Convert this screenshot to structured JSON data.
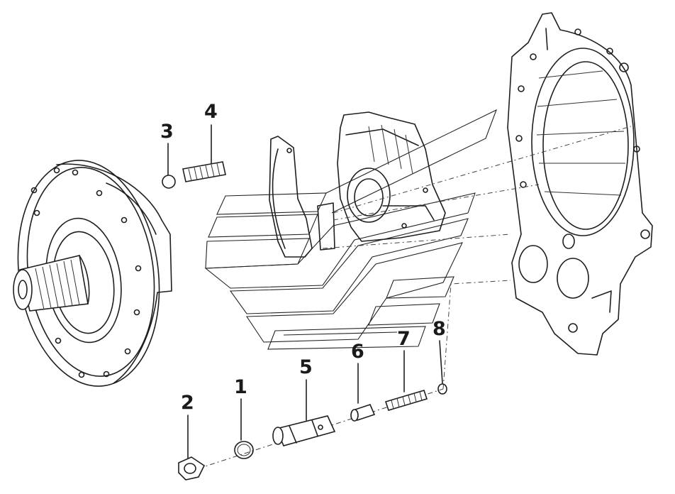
{
  "diagram": {
    "line_color": "#1e1e1e",
    "background": "#ffffff",
    "callouts": [
      {
        "id": "c1",
        "label": "1"
      },
      {
        "id": "c2",
        "label": "2"
      },
      {
        "id": "c3",
        "label": "3"
      },
      {
        "id": "c4",
        "label": "4"
      },
      {
        "id": "c5",
        "label": "5"
      },
      {
        "id": "c6",
        "label": "6"
      },
      {
        "id": "c7",
        "label": "7"
      },
      {
        "id": "c8",
        "label": "8"
      }
    ],
    "icons": [
      "pump-housing-icon",
      "transmission-housing-icon",
      "brand-watermark-icon"
    ]
  }
}
